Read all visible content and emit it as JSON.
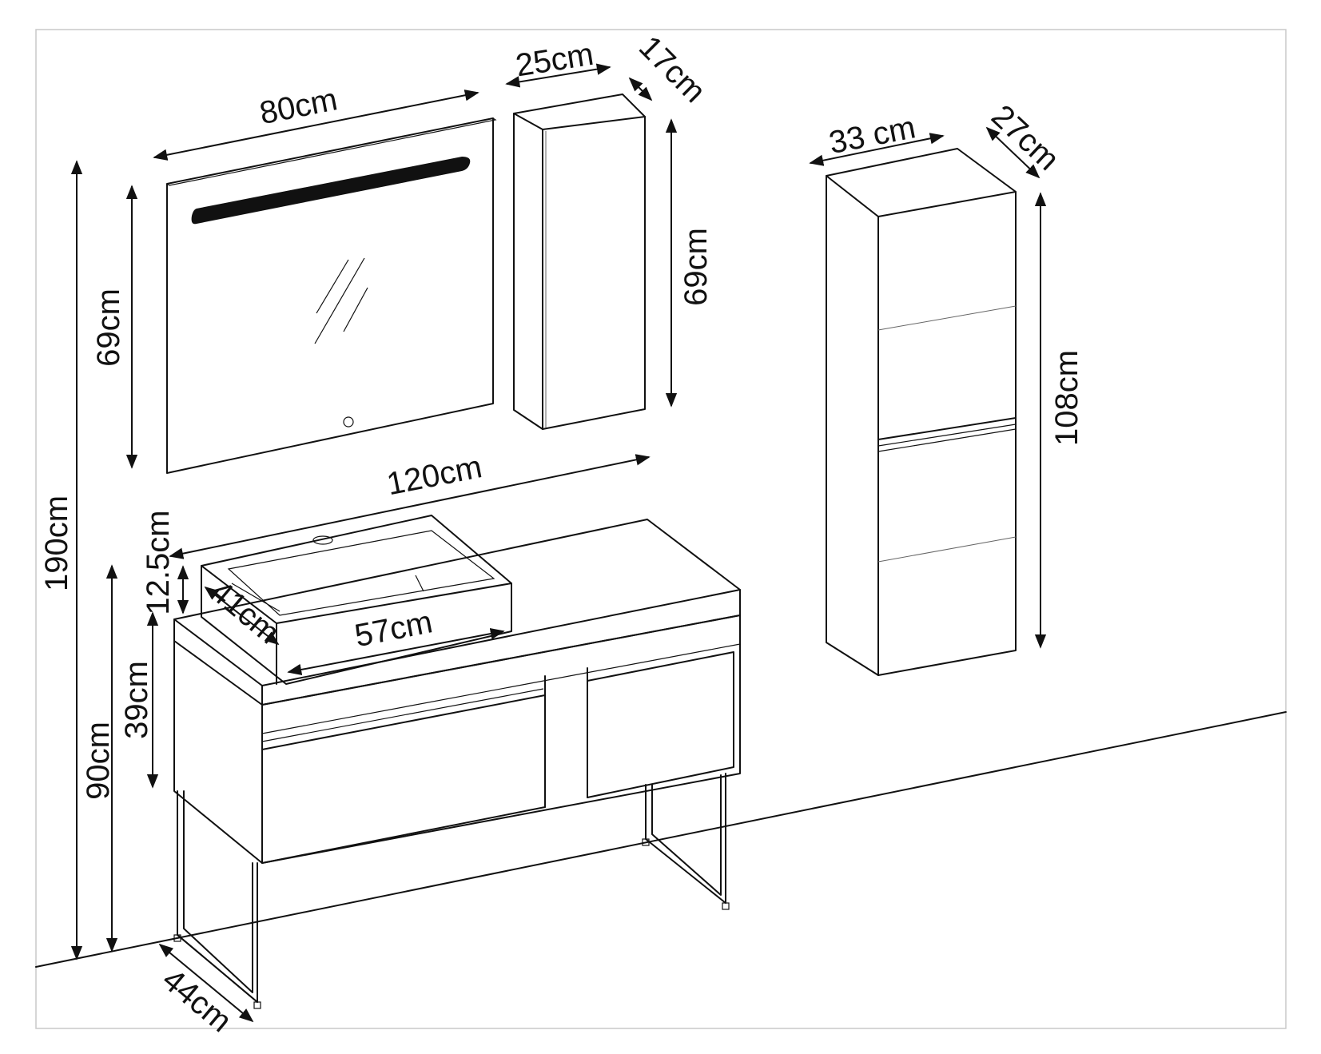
{
  "colors": {
    "ink": "#111111",
    "frame": "#c8c8c8",
    "background": "#ffffff"
  },
  "dimensions": {
    "mirror_width": "80cm",
    "mirror_height": "69cm",
    "cabinet_width": "25cm",
    "cabinet_depth": "17cm",
    "cabinet_height": "69cm",
    "tall_width": "33 cm",
    "tall_depth": "27cm",
    "tall_height": "108cm",
    "total_height": "190cm",
    "vanity_width": "120cm",
    "basin_height": "12.5cm",
    "basin_depth": "41cm",
    "basin_width": "57cm",
    "vanity_body_height": "39cm",
    "vanity_height": "90cm",
    "vanity_depth": "44cm"
  }
}
